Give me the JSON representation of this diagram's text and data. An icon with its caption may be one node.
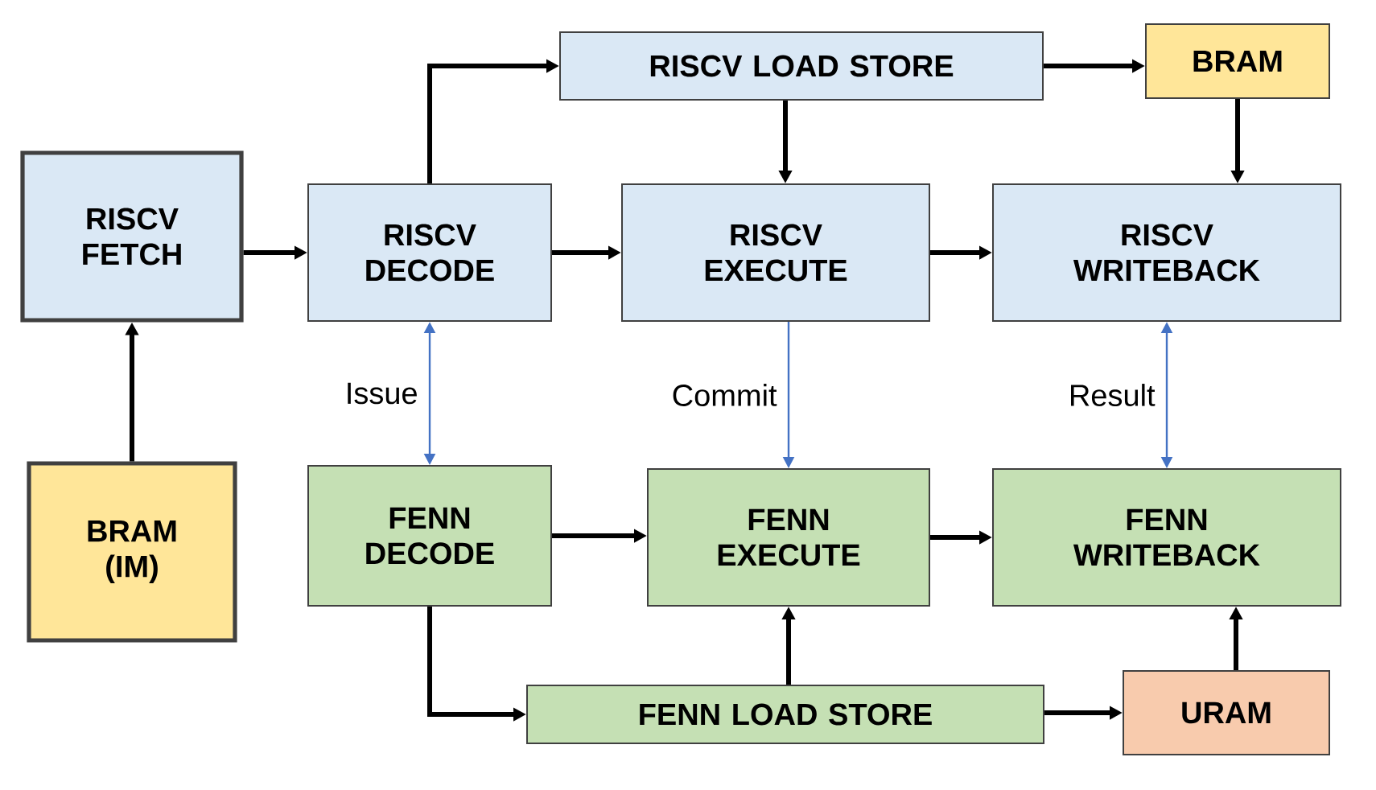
{
  "diagram": {
    "nodes": [
      {
        "text": [
          "RISCV FETCH"
        ]
      },
      {
        "text": [
          "BRAM (IM)"
        ]
      },
      {
        "text": [
          "RISCV DECODE"
        ]
      },
      {
        "text": [
          "RISCV LOAD STORE"
        ]
      },
      {
        "text": [
          "BRAM"
        ]
      },
      {
        "text": [
          "RISCV EXECUTE"
        ]
      },
      {
        "text": [
          "RISCV WRITEBACK"
        ]
      },
      {
        "text": [
          "FENN DECODE"
        ]
      },
      {
        "text": [
          "FENN EXECUTE"
        ]
      },
      {
        "text": [
          "FENN WRITEBACK"
        ]
      },
      {
        "text": [
          "FENN LOAD STORE"
        ]
      },
      {
        "text": [
          "URAM"
        ]
      }
    ],
    "edges": [
      {
        "from": 1,
        "to": 0,
        "arrow": "to"
      },
      {
        "from": 0,
        "to": 2,
        "arrow": "to"
      },
      {
        "from": 2,
        "to": 3,
        "arrow": "to"
      },
      {
        "from": 3,
        "to": 4,
        "arrow": "to"
      },
      {
        "from": 3,
        "to": 5,
        "arrow": "to"
      },
      {
        "from": 4,
        "to": 6,
        "arrow": "to"
      },
      {
        "from": 2,
        "to": 5,
        "arrow": "to"
      },
      {
        "from": 5,
        "to": 6,
        "arrow": "to"
      },
      {
        "from": 2,
        "to": 7,
        "arrow": "both",
        "label": "Issue",
        "color": "#4472c4"
      },
      {
        "from": 5,
        "to": 8,
        "arrow": "to",
        "label": "Commit",
        "color": "#4472c4"
      },
      {
        "from": 6,
        "to": 9,
        "arrow": "both",
        "label": "Result",
        "color": "#4472c4"
      },
      {
        "from": 7,
        "to": 8,
        "arrow": "to"
      },
      {
        "from": 8,
        "to": 9,
        "arrow": "to"
      },
      {
        "from": 7,
        "to": 10,
        "arrow": "to"
      },
      {
        "from": 10,
        "to": 8,
        "arrow": "to"
      },
      {
        "from": 10,
        "to": 11,
        "arrow": "to"
      },
      {
        "from": 11,
        "to": 9,
        "arrow": "to"
      }
    ]
  }
}
